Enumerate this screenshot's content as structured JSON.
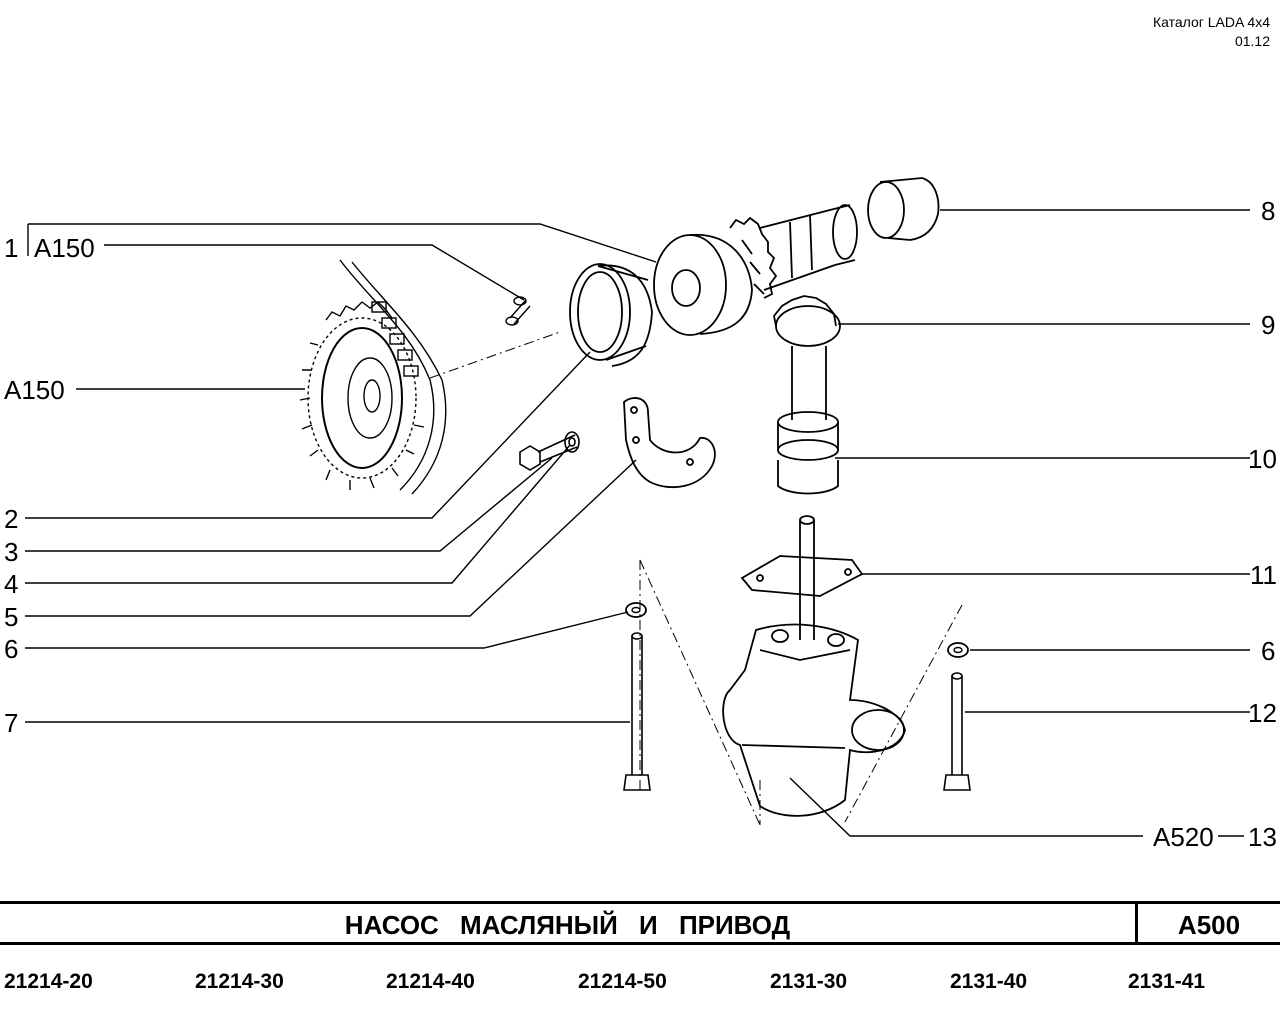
{
  "header": {
    "catalog": "Каталог  LADA  4x4",
    "date": "01.12"
  },
  "title": "НАСОС  МАСЛЯНЫЙ  И  ПРИВОД",
  "code": "А500",
  "callouts": {
    "c1": "1",
    "c1_ref": "А150",
    "ref_a150": "А150",
    "c2": "2",
    "c3": "3",
    "c4": "4",
    "c5": "5",
    "c6_left": "6",
    "c7": "7",
    "c8": "8",
    "c9": "9",
    "c10": "10",
    "c11": "11",
    "c6_right": "6",
    "c12": "12",
    "ref_a520": "А520",
    "c13": "13"
  },
  "models": [
    "21214-20",
    "21214-30",
    "21214-40",
    "21214-50",
    "2131-30",
    "2131-40",
    "2131-41"
  ]
}
